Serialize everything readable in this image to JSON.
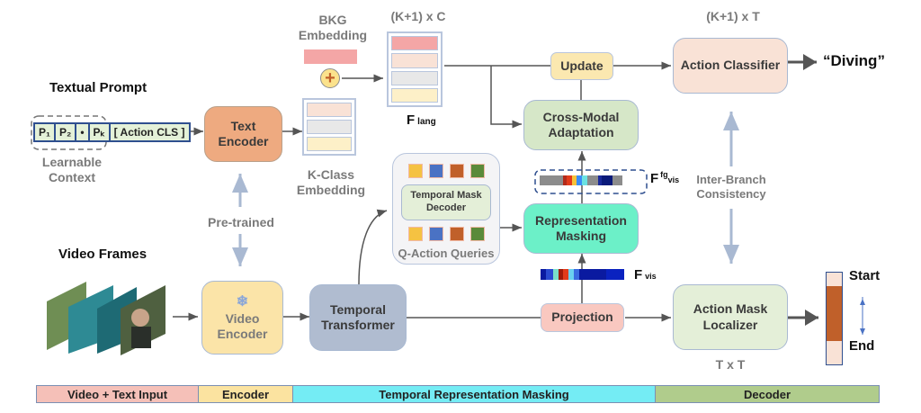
{
  "labels": {
    "textual_prompt": "Textual Prompt",
    "learnable_context": "Learnable Context",
    "bkg_embedding": "BKG Embedding",
    "kplus1_c": "(K+1) x C",
    "f_lang": "F",
    "f_lang_sub": "lang",
    "k_class_embedding": "K-Class Embedding",
    "pre_trained": "Pre-trained",
    "video_frames": "Video Frames",
    "q_action_queries": "Q-Action Queries",
    "f_fg_vis": "F",
    "f_fg_vis_sup": "fg",
    "f_fg_vis_sub": "vis",
    "f_vis": "F",
    "f_vis_sub": "vis",
    "kplus1_t": "(K+1) x T",
    "diving": "“Diving”",
    "inter_branch": "Inter-Branch Consistency",
    "start": "Start",
    "end": "End",
    "t_x_t": "T x T",
    "plus": "+"
  },
  "prompt_tokens": [
    "P₁",
    "P₂",
    "•",
    "Pₖ",
    "[ Action CLS ]"
  ],
  "boxes": {
    "text_encoder": "Text Encoder",
    "video_encoder": "Video Encoder",
    "temporal_transformer": "Temporal Transformer",
    "temporal_mask_decoder": "Temporal Mask Decoder",
    "representation_masking": "Representation Masking",
    "cross_modal_adaptation": "Cross-Modal Adaptation",
    "update": "Update",
    "projection": "Projection",
    "action_classifier": "Action Classifier",
    "action_mask_localizer": "Action Mask Localizer"
  },
  "snowflake": "❄",
  "query_colors": [
    "#f5c242",
    "#4a72c4",
    "#c0602a",
    "#5a8a3a"
  ],
  "legend": [
    {
      "label": "Video + Text Input",
      "color": "#f5c0b8"
    },
    {
      "label": "Encoder",
      "color": "#fbe3a0"
    },
    {
      "label": "Temporal Representation Masking",
      "color": "#74ecf4"
    },
    {
      "label": "Decoder",
      "color": "#b0cc8c"
    }
  ]
}
